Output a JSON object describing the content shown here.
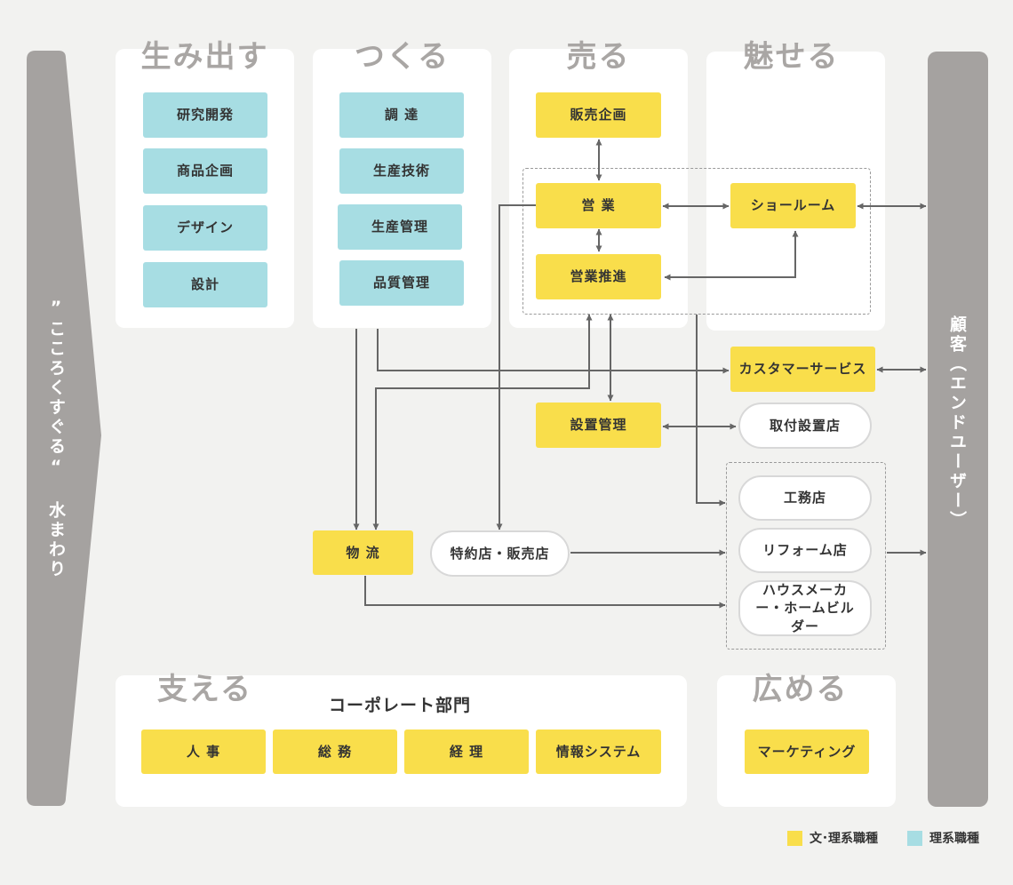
{
  "left_banner": {
    "text": "”こころくすぐる“ 水まわり"
  },
  "right_banner": {
    "text": "顧客（エンドユーザー）"
  },
  "sections": {
    "create": {
      "heading": "生み出す",
      "items": [
        "研究開発",
        "商品企画",
        "デザイン",
        "設計"
      ]
    },
    "make": {
      "heading": "つくる",
      "items": [
        "調 達",
        "生産技術",
        "生産管理",
        "品質管理"
      ]
    },
    "sell": {
      "heading": "売る",
      "planning": "販売企画",
      "sales": "営 業",
      "promotion": "営業推進"
    },
    "attract": {
      "heading": "魅せる",
      "showroom": "ショールーム"
    },
    "support": {
      "heading": "支える",
      "corporate_title": "コーポレート部門",
      "items": [
        "人 事",
        "総 務",
        "経 理",
        "情報システム"
      ]
    },
    "spread": {
      "heading": "広める",
      "marketing": "マーケティング"
    }
  },
  "nodes": {
    "customer_service": "カスタマーサービス",
    "installation_mgmt": "設置管理",
    "installers": "取付設置店",
    "logistics": "物 流",
    "dealers": "特約店・販売店",
    "contractors": "工務店",
    "reform_shops": "リフォーム店",
    "house_makers": "ハウスメーカー・ホームビルダー"
  },
  "legend": [
    {
      "label": "文･理系職種",
      "color": "#f9de4b"
    },
    {
      "label": "理系職種",
      "color": "#a7dde3"
    }
  ],
  "colors": {
    "teal": "#a7dde3",
    "yellow": "#f9de4b",
    "banner": "#a5a2a0",
    "arrow": "#666666"
  }
}
